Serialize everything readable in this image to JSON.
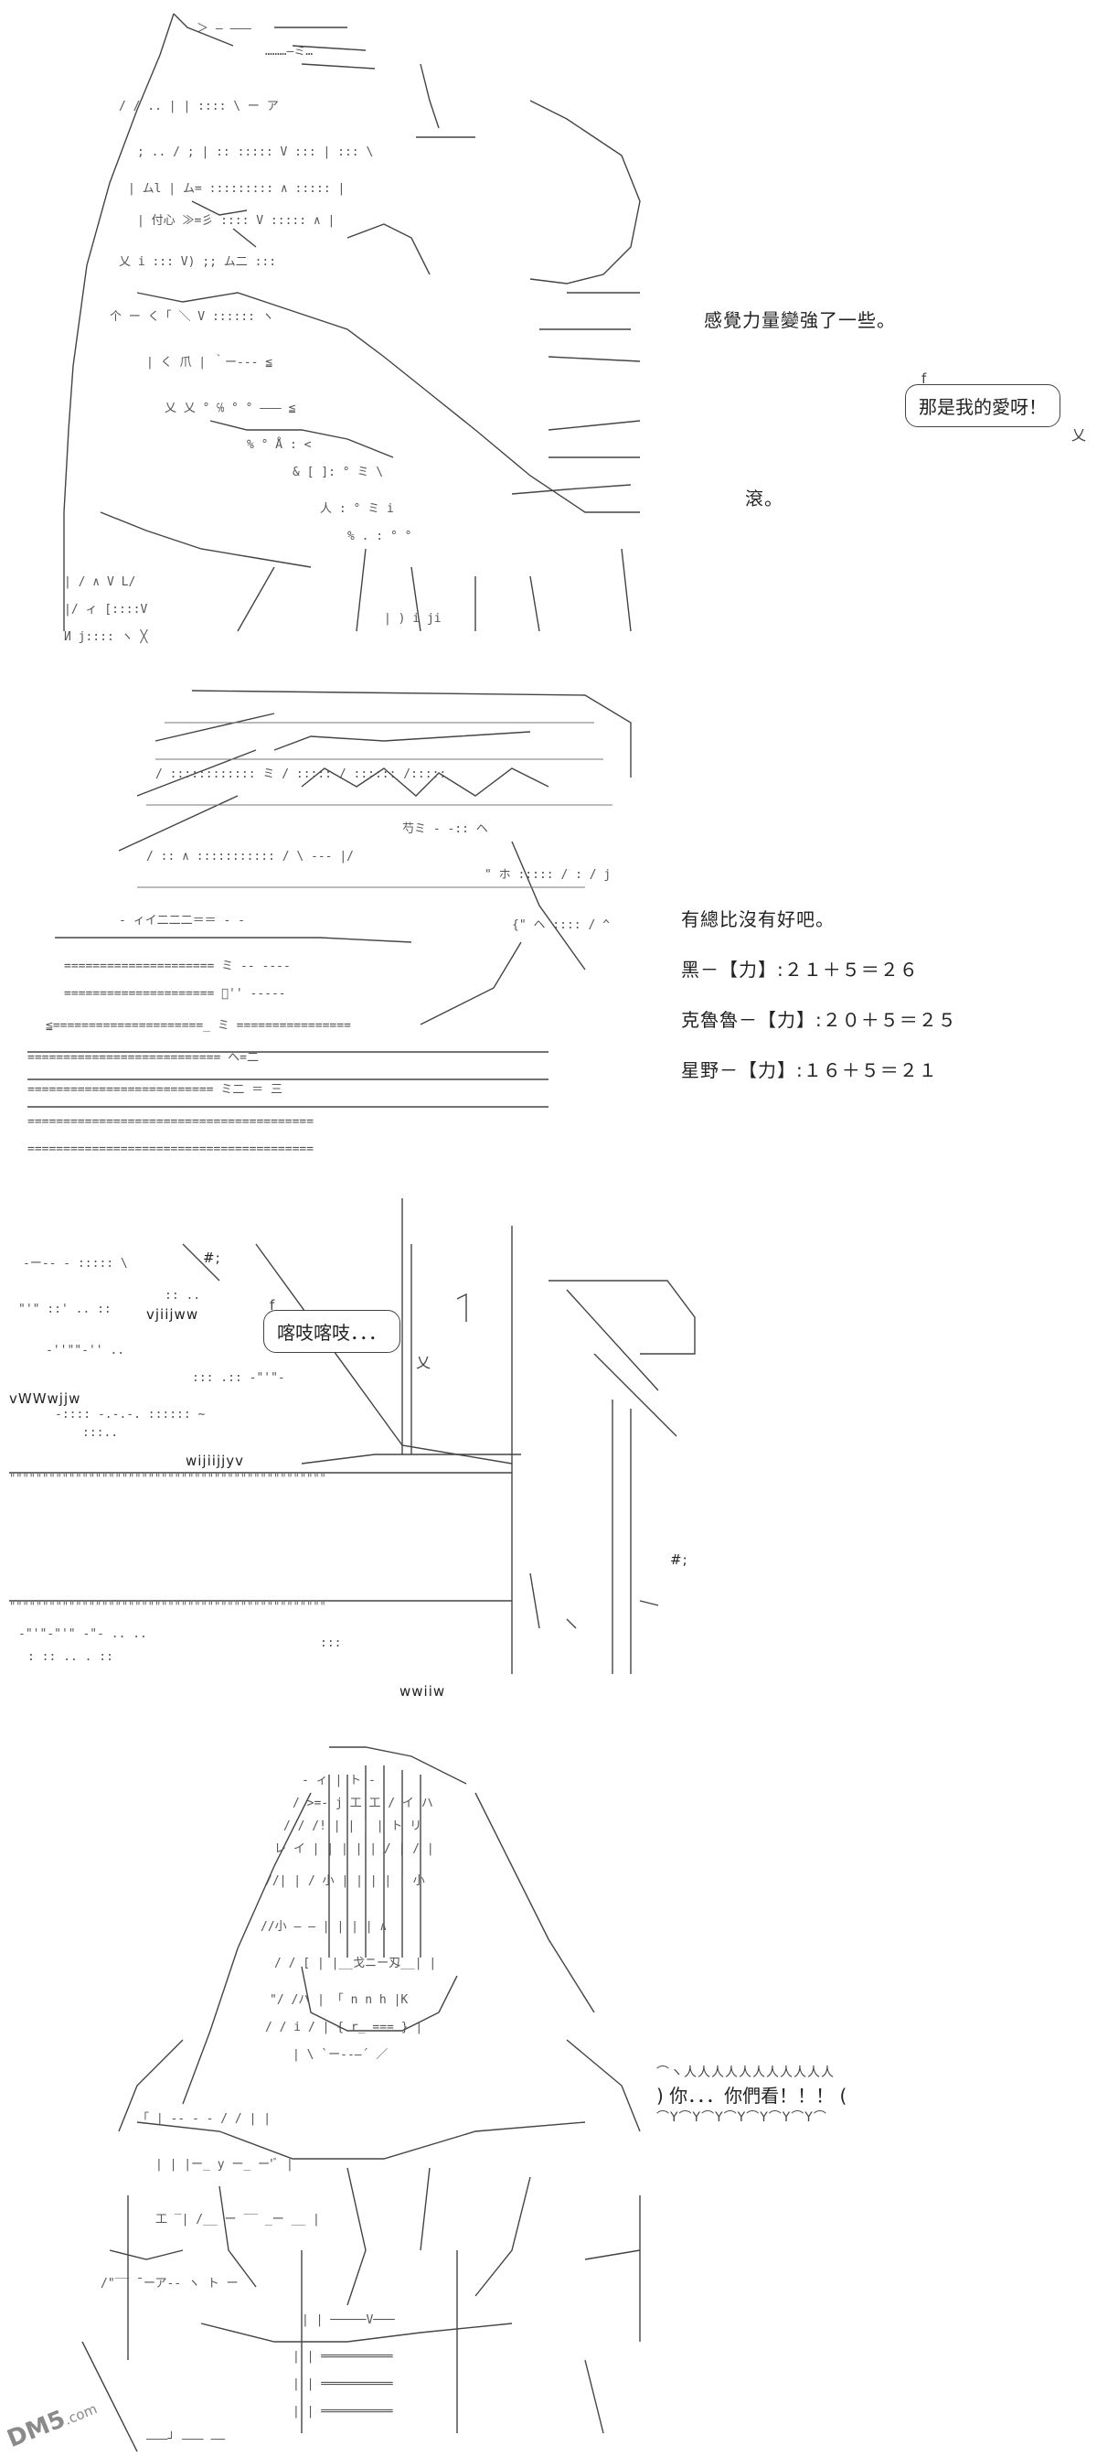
{
  "panels": [
    {
      "narration": "感覺力量變強了一些。",
      "speech_mark": "f",
      "speech": "那是我的愛呀！",
      "speech_tail": "乂",
      "aside": "滾。"
    },
    {
      "narration": "有總比沒有好吧。",
      "stats": [
        "黑－【力】:２１＋５＝２６",
        "克魯魯－【力】:２０＋５＝２５",
        "星野－【力】:１６＋５＝２１"
      ]
    },
    {
      "speech_mark": "f",
      "speech": "喀吱喀吱．．．",
      "speech_tail": "乂",
      "sfx": [
        "vjiijww",
        "vWWwjjw",
        "wijiijjyv",
        "wwiiw",
        "#;",
        "#;"
      ]
    },
    {
      "shout": "你．．．你們看！！！",
      "shout_left": ")",
      "shout_right": "("
    }
  ],
  "watermark": {
    "main": "DM5",
    "sub": ".com"
  }
}
